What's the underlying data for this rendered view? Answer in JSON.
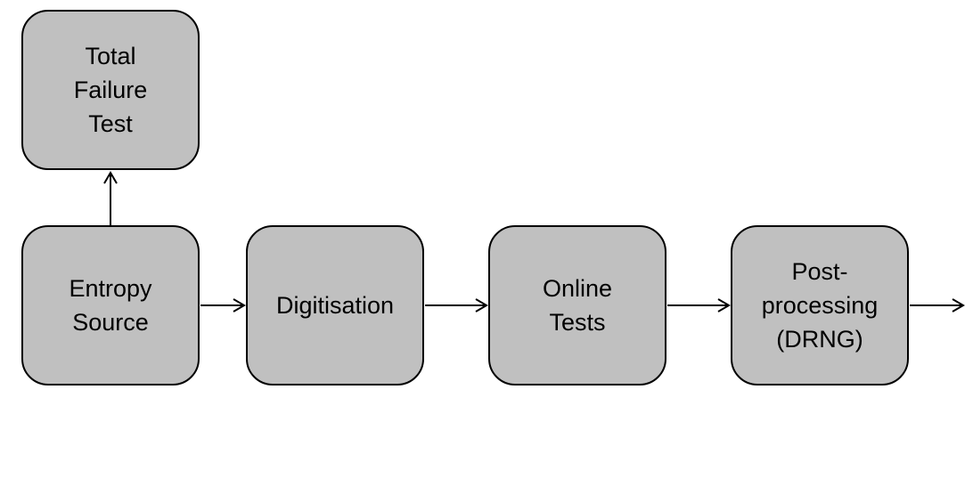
{
  "boxes": {
    "total_failure_test": [
      "Total",
      "Failure",
      "Test"
    ],
    "entropy_source": [
      "Entropy",
      "Source"
    ],
    "digitisation": [
      "Digitisation"
    ],
    "online_tests": [
      "Online",
      "Tests"
    ],
    "post_processing": [
      "Post-",
      "processing",
      "(DRNG)"
    ]
  },
  "colors": {
    "box_fill": "#c0c0c0",
    "stroke": "#000000",
    "background": "#ffffff"
  }
}
